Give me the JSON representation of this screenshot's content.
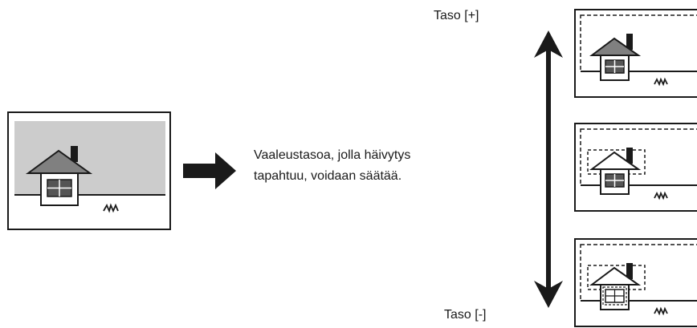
{
  "caption": {
    "line1": "Vaaleustasoa, jolla häivytys",
    "line2": "tapahtuu, voidaan säätää."
  },
  "scale": {
    "top_label": "Taso [+]",
    "bottom_label": "Taso [-]"
  },
  "colors": {
    "stroke": "#1a1a1a",
    "sky_gray": "#cccccc",
    "roof_gray": "#808080",
    "window_gray": "#555555"
  }
}
